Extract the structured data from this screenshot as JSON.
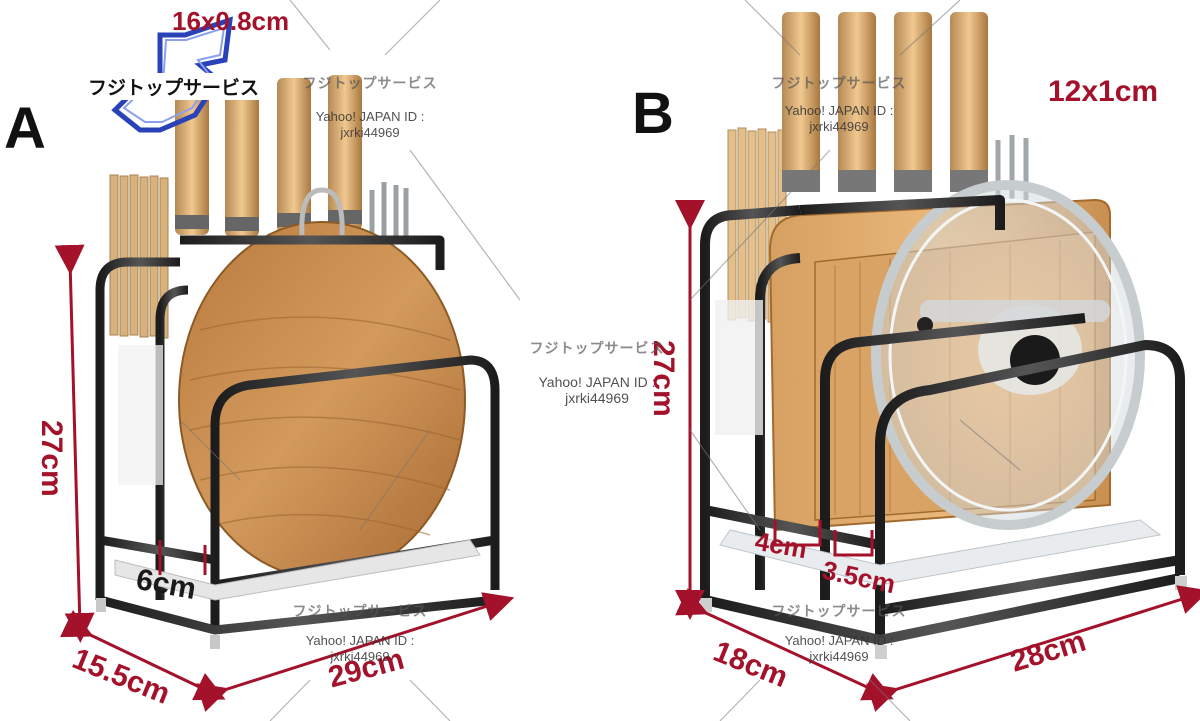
{
  "labels": {
    "a": "A",
    "b": "B"
  },
  "dimensions_a": {
    "handle_top": "16x0.8cm",
    "height": "27cm",
    "depth": "15.5cm",
    "width": "29cm",
    "slot": "6cm"
  },
  "dimensions_b": {
    "handle_top": "12x1cm",
    "height": "27cm",
    "depth": "18cm",
    "width": "28cm",
    "slot1": "4cm",
    "slot2": "3.5cm"
  },
  "watermark": {
    "brand": "フジトップサービス",
    "line1": "Yahoo! JAPAN ID :",
    "line2": "jxrki44969"
  },
  "colors": {
    "dimension": "#a3122a",
    "frame": "#2a2a2a",
    "wood": "#c88d4e"
  }
}
